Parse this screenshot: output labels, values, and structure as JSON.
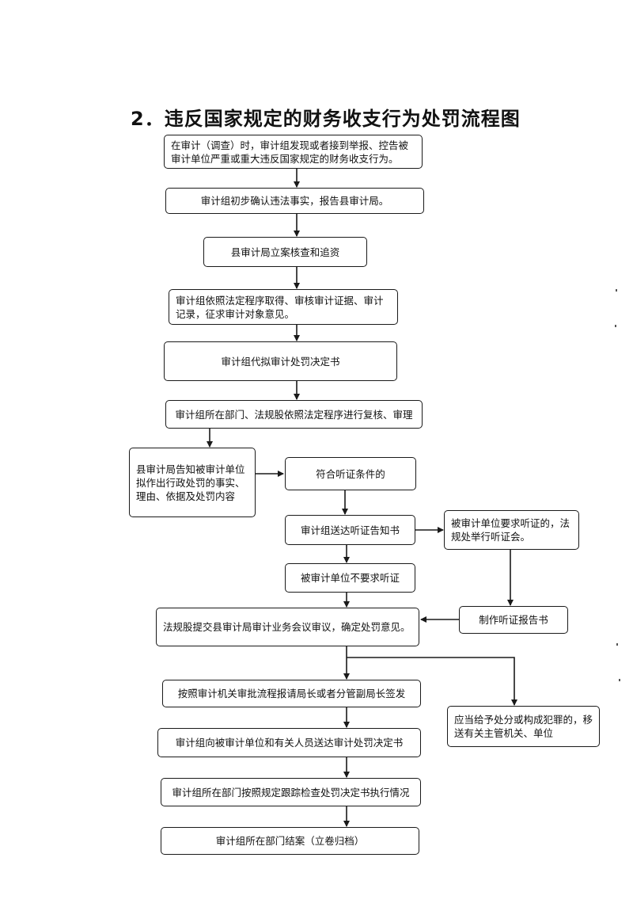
{
  "title": "2．违反国家规定的财务收支行为处罚流程图",
  "nodes": {
    "n1": "在审计（调查）时，审计组发现或者接到举报、控告被审计单位严重或重大违反国家规定的财务收支行为。",
    "n2": "审计组初步确认违法事实，报告县审计局。",
    "n3": "县审计局立案核查和追资",
    "n4": "审计组依照法定程序取得、审核审计证据、审计记录，征求审计对象意见。",
    "n5": "审计组代拟审计处罚决定书",
    "n6": "审计组所在部门、法规股依照法定程序进行复核、审理",
    "n7": "县审计局告知被审计单位拟作出行政处罚的事实、理由、依据及处罚内容",
    "n8": "符合听证条件的",
    "n9": "审计组送达听证告知书",
    "n10": "被审计单位要求听证的，法规处举行听证会。",
    "n11": "被审计单位不要求听证",
    "n12": "制作听证报告书",
    "n13": "法规股提交县审计局审计业务会议审议，确定处罚意见。",
    "n14": "按照审计机关审批流程报请局长或者分管副局长签发",
    "n15": "应当给予处分或构成犯罪的，移送有关主管机关、单位",
    "n16": "审计组向被审计单位和有关人员送达审计处罚决定书",
    "n17": "审计组所在部门按照规定跟踪检查处罚决定书执行情况",
    "n18": "审计组所在部门结案（立卷归档）"
  }
}
